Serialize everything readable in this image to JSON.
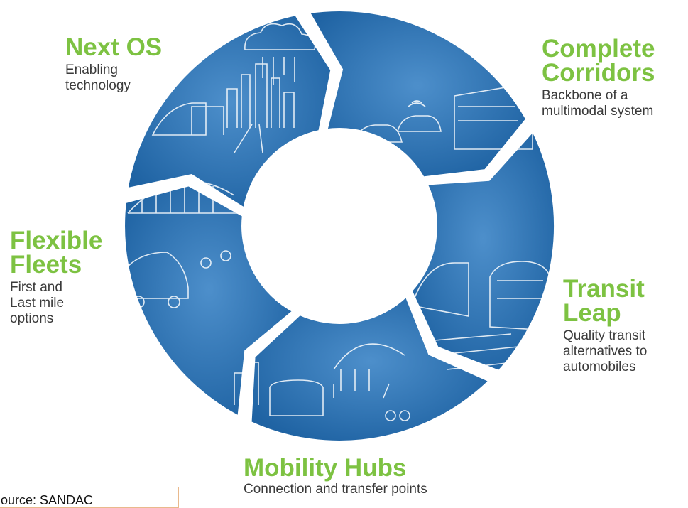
{
  "segments": [
    {
      "id": "next-os",
      "title": "Next OS",
      "description": "Enabling\ntechnology"
    },
    {
      "id": "complete-corridors",
      "title": "Complete\nCorridors",
      "description": "Backbone of a\nmultimodal system"
    },
    {
      "id": "transit-leap",
      "title": "Transit\nLeap",
      "description": "Quality transit\nalternatives to\nautomobiles"
    },
    {
      "id": "mobility-hubs",
      "title": "Mobility Hubs",
      "description": "Connection and transfer points"
    },
    {
      "id": "flexible-fleets",
      "title": "Flexible\nFleets",
      "description": "First and\nLast mile\noptions"
    }
  ],
  "source": {
    "text": "ource: SANDAC"
  },
  "colors": {
    "ring": "#2a6fad",
    "ring_light": "#4d8fcb",
    "title_green": "#7dc242",
    "line_art": "#ffffff",
    "source_border": "#e9b98c"
  }
}
